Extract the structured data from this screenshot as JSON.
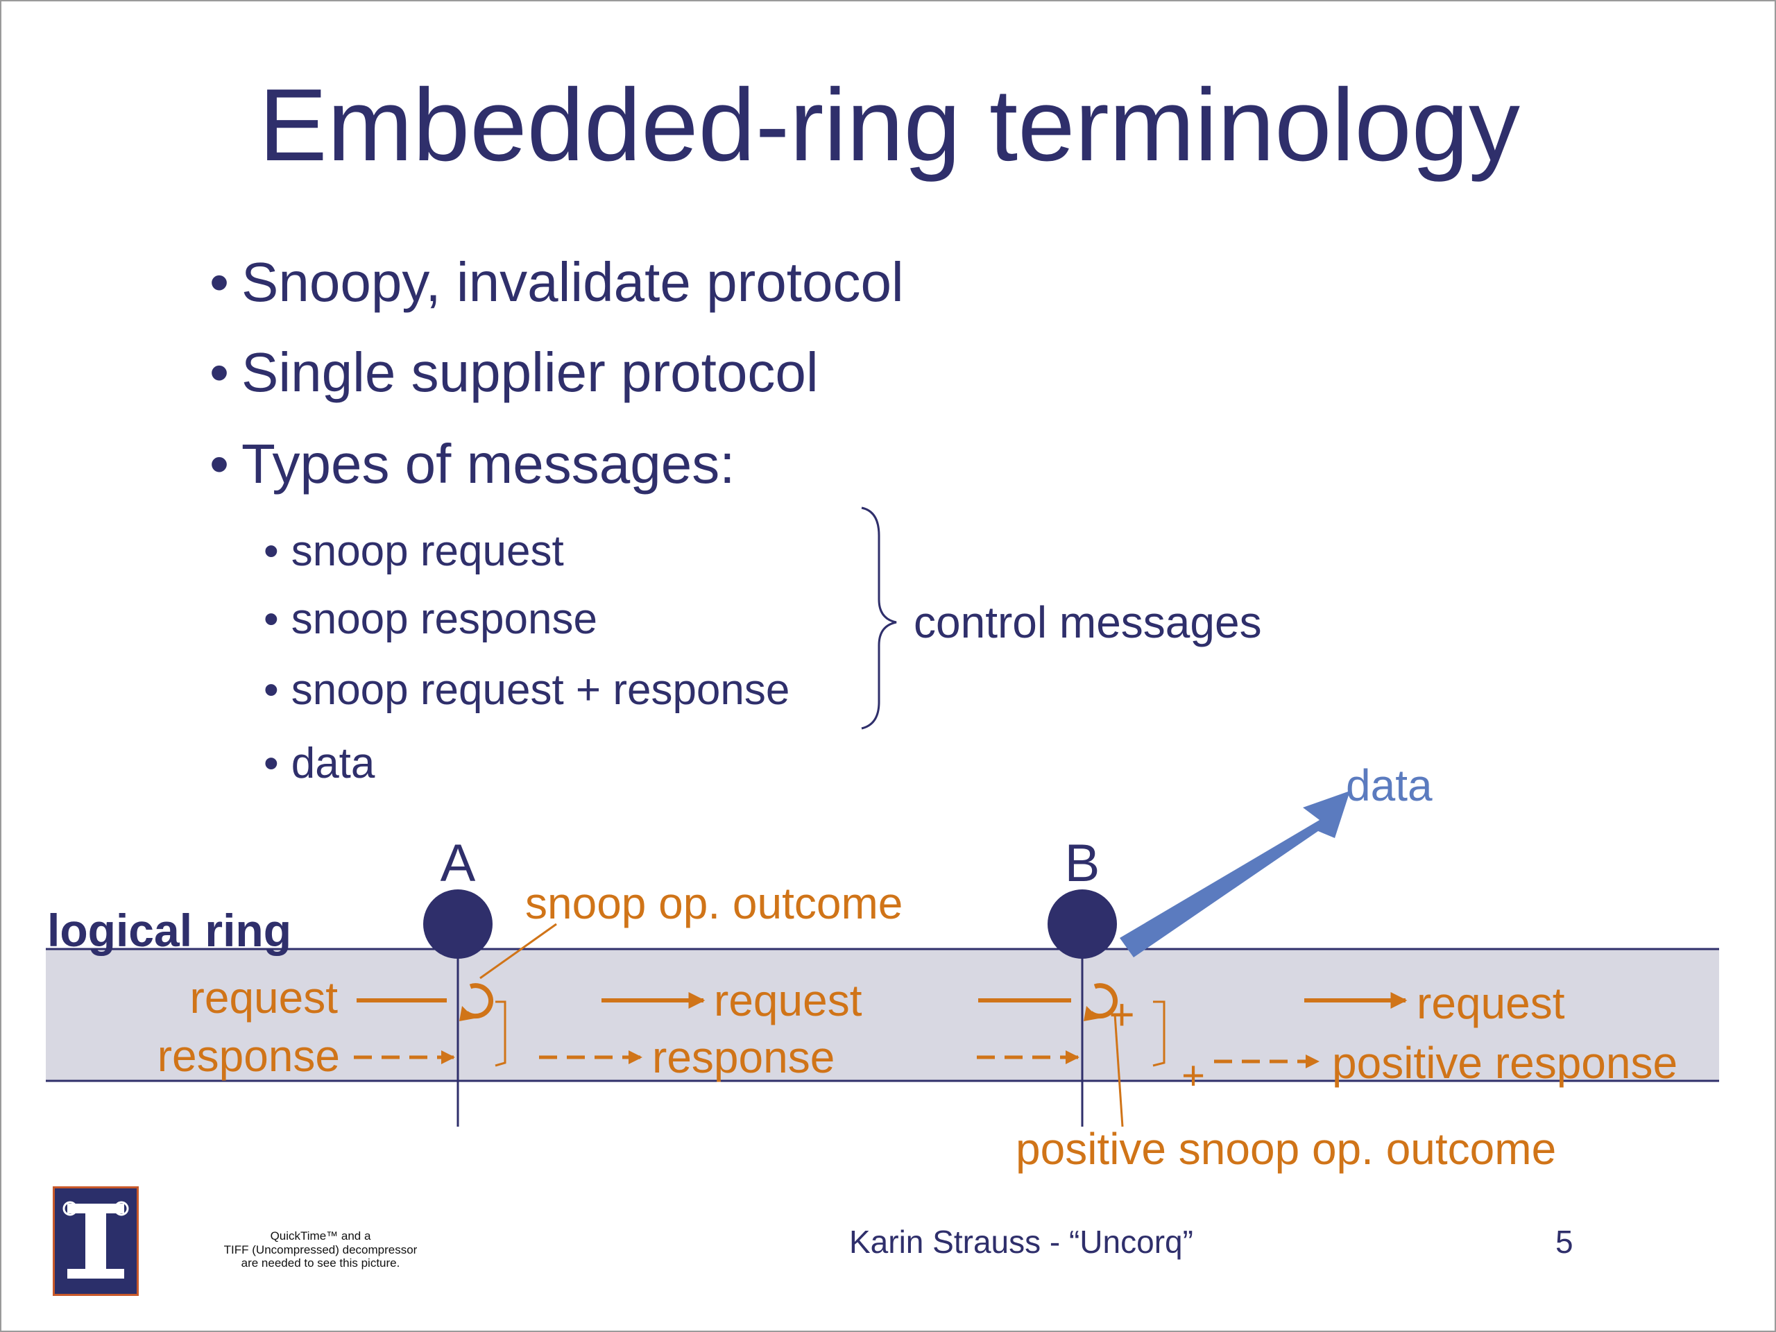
{
  "title": "Embedded-ring terminology",
  "bullets": [
    "Snoopy, invalidate protocol",
    "Single supplier protocol",
    "Types of messages:"
  ],
  "sub_bullets": [
    "snoop request",
    "snoop response",
    "snoop request + response",
    "data"
  ],
  "bullet_char": "•",
  "brace_label": "control messages",
  "diagram": {
    "ring_label": "logical ring",
    "node_a": "A",
    "node_b": "B",
    "data_label": "data",
    "snoop_outcome": "snoop op. outcome",
    "positive_outcome": "positive snoop op. outcome",
    "request": "request",
    "response": "response",
    "positive_response": "positive response",
    "plus": "+"
  },
  "footer": {
    "qt_line1": "QuickTime™ and a",
    "qt_line2": "TIFF (Uncompressed) decompressor",
    "qt_line3": "are needed to see this picture.",
    "author": "Karin Strauss - “Uncorq”",
    "page_number": "5"
  },
  "colors": {
    "title": "#2f2f6b",
    "orange": "#d07418",
    "ring_band": "#d8d8e2",
    "data_arrow": "#5b7bbf"
  }
}
